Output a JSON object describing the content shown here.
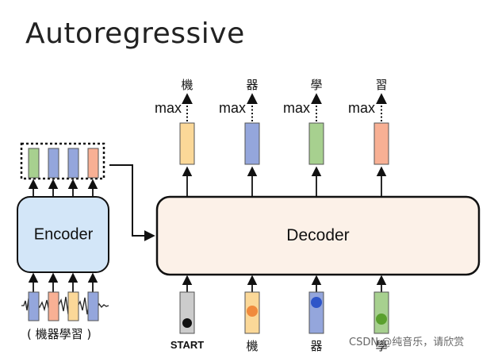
{
  "title": "Autoregressive",
  "encoder_label": "Encoder",
  "decoder_label": "Decoder",
  "max_label": "max",
  "outputs": [
    "機",
    "器",
    "學",
    "習"
  ],
  "decoder_inputs": [
    "START",
    "機",
    "器",
    "學"
  ],
  "encoder_input_caption": "( 機器學習 )",
  "watermark": "CSDN @纯音乐，请欣赏",
  "colors": {
    "yellow": "#fbd898",
    "blue": "#94a6dc",
    "green": "#a7d08f",
    "orange": "#f8b094",
    "gray": "#cccccc",
    "encoder_fill": "#d3e6f8",
    "decoder_fill": "#fcf1e8"
  }
}
